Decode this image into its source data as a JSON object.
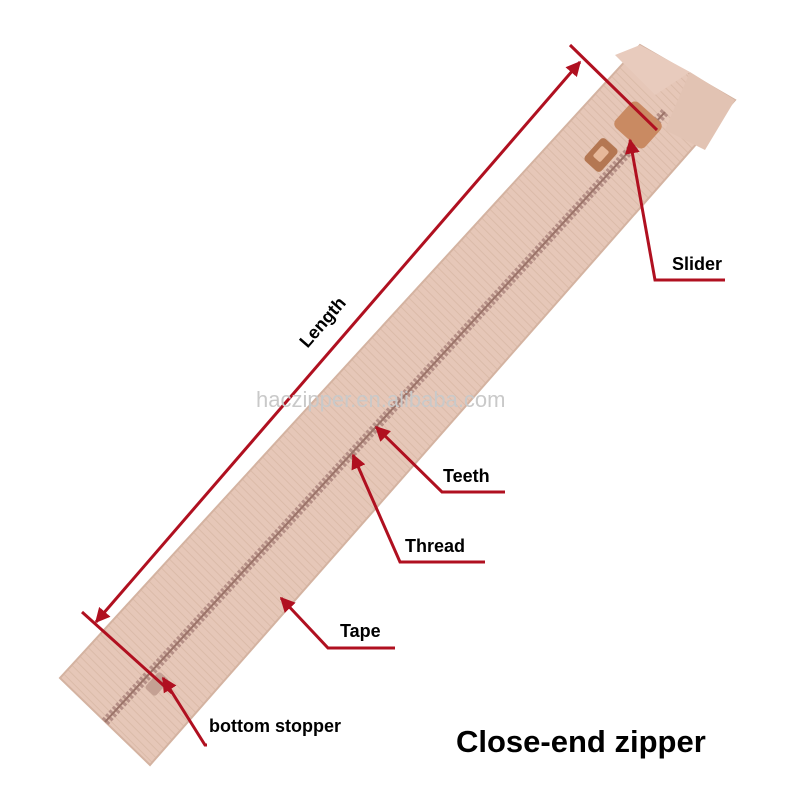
{
  "title": "Close-end zipper",
  "watermark": "haczipper.en.alibaba.com",
  "labels": {
    "length": "Length",
    "slider": "Slider",
    "teeth": "Teeth",
    "thread": "Thread",
    "tape": "Tape",
    "bottom_stopper": "bottom stopper"
  },
  "colors": {
    "tape": "#e6c7b8",
    "tape_edge": "#d7b7a6",
    "teeth": "#b58f86",
    "slider": "#c98a62",
    "annotation": "#b01020",
    "background": "#ffffff"
  }
}
